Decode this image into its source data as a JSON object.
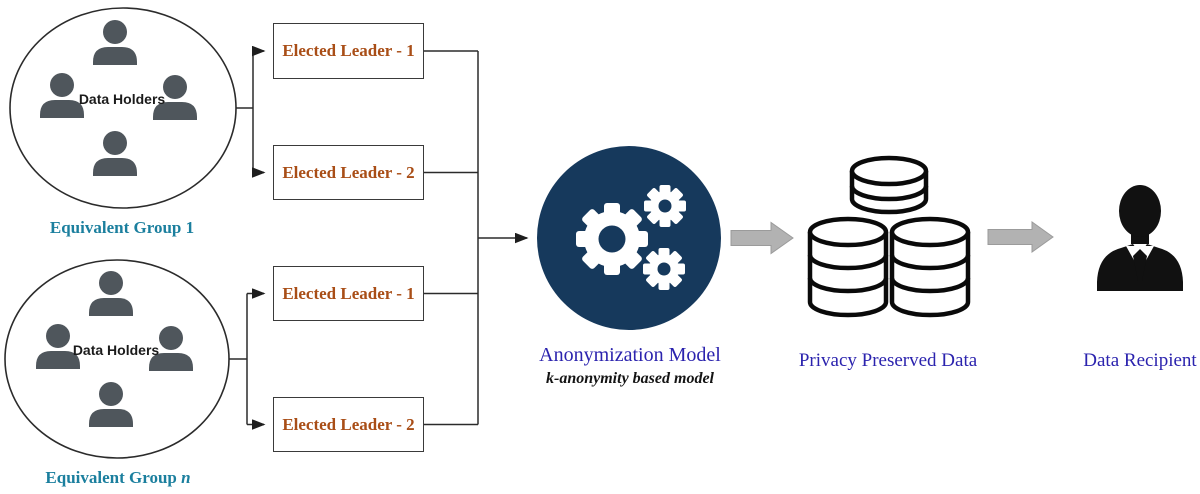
{
  "figure": {
    "type": "flow-diagram",
    "colors": {
      "group_label_teal": "#1B7F9E",
      "leader_text_rust": "#A94E17",
      "model_circle_navy": "#16395C",
      "caption_blue": "#2B23AE",
      "person_gray": "#4F565C",
      "block_arrow_gray": "#B2B2B2",
      "line_dark": "#2B2B2B",
      "icon_black": "#0A0A0A"
    },
    "groups": [
      {
        "title_prefix": "Equivalent Group",
        "title_suffix": "1",
        "center_label": "Data Holders",
        "member_icon": "person-icon",
        "member_count": 4
      },
      {
        "title_prefix": "Equivalent Group",
        "title_suffix": "n",
        "center_label": "Data Holders",
        "member_icon": "person-icon",
        "member_count": 4
      }
    ],
    "leader_boxes": [
      {
        "label": "Elected Leader - 1"
      },
      {
        "label": "Elected Leader - 2"
      },
      {
        "label": "Elected Leader - 1"
      },
      {
        "label": "Elected Leader - 2"
      }
    ],
    "model": {
      "title": "Anonymization Model",
      "subtitle": "k-anonymity based model",
      "icon": "gears-icon"
    },
    "storage": {
      "label": "Privacy Preserved Data",
      "icon": "database-icon"
    },
    "recipient": {
      "label": "Data Recipient",
      "icon": "businessman-icon"
    },
    "flow_icons": {
      "connector": "arrow-line",
      "stage": "block-arrow-icon"
    }
  }
}
